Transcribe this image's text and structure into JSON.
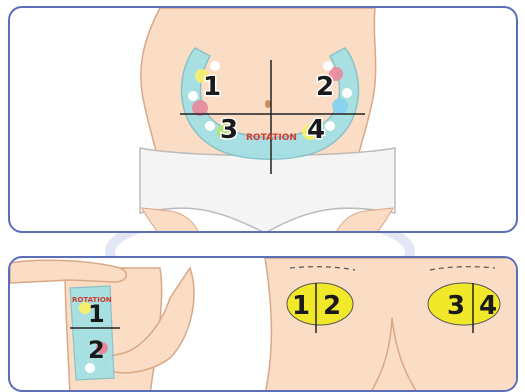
{
  "abdomen": {
    "zones": [
      "1",
      "2",
      "3",
      "4"
    ],
    "brand_text": "ROTATION"
  },
  "thigh": {
    "zones": [
      "1",
      "2"
    ],
    "brand_text": "ROTATION"
  },
  "buttocks": {
    "zones": [
      "1",
      "2",
      "3",
      "4"
    ]
  },
  "colors": {
    "frame": "#5a6fb8",
    "skin": "#fbdcc4",
    "skin_shadow": "#f0bfa0",
    "underwear": "#f4f4f4",
    "buttock_zone": "#f2e82a"
  }
}
